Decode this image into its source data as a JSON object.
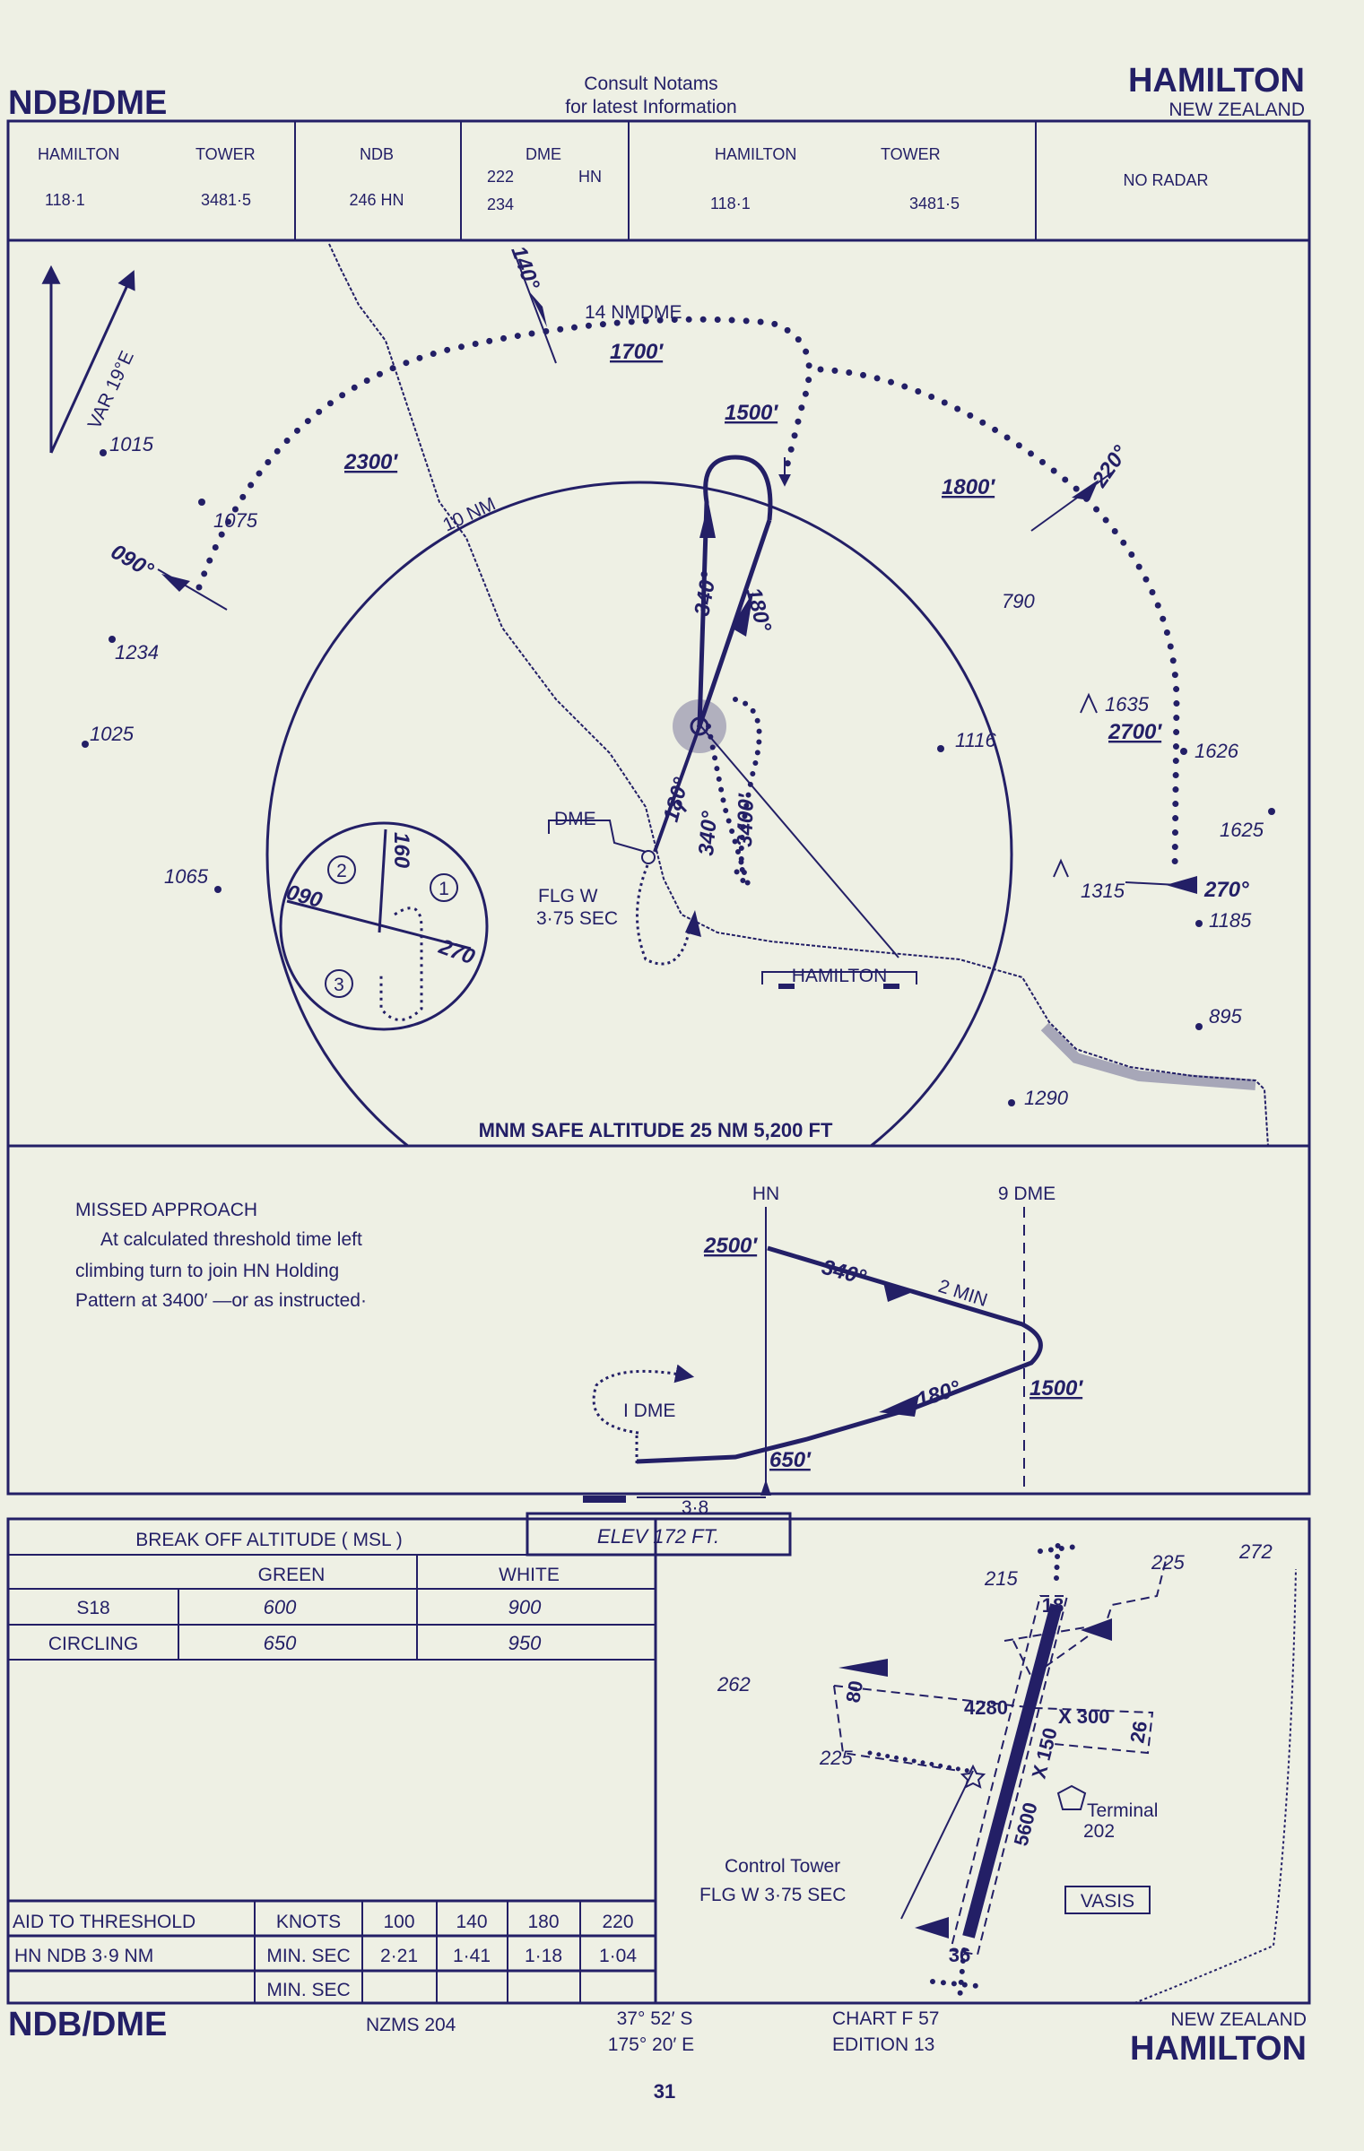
{
  "header": {
    "procedure": "NDB/DME",
    "notice_line1": "Consult  Notams",
    "notice_line2": "for latest Information",
    "airport": "HAMILTON",
    "country": "NEW ZEALAND"
  },
  "comms": [
    {
      "label1": "HAMILTON",
      "label2": "TOWER",
      "value1": "118·1",
      "value2": "3481·5"
    },
    {
      "label1": "NDB",
      "value1": "246   HN"
    },
    {
      "label1": "DME",
      "value1": "222",
      "value2": "HN",
      "value3": "234"
    },
    {
      "label1": "HAMILTON",
      "label2": "TOWER",
      "value1": "118·1",
      "value2": "3481·5"
    },
    {
      "label1": "NO  RADAR"
    }
  ],
  "plan": {
    "variation": "VAR 19°E",
    "spot_heights": [
      "1015",
      "1075",
      "1234",
      "1025",
      "1065",
      "790",
      "1116",
      "1635",
      "1626",
      "1625",
      "1315",
      "1185",
      "895",
      "1290"
    ],
    "radials": {
      "r140": "140°",
      "r090": "090°",
      "r220": "220°",
      "r270": "270°"
    },
    "dme_arc": "14 NMDME",
    "altitudes": {
      "a1700": "1700′",
      "a1500": "1500′",
      "a2300": "2300′",
      "a1800": "1800′",
      "a2700": "2700′",
      "a3400": "3400′"
    },
    "ring": "10 NM",
    "tracks": {
      "in340": "340°",
      "out180": "180°",
      "t180b": "180°",
      "t340b": "340°"
    },
    "dme_label": "DME",
    "flg1": "FLG   W",
    "flg2": "3·75  SEC",
    "airport_label": "HAMILTON",
    "inset": {
      "n1": "1",
      "n2": "2",
      "n3": "3",
      "h160": "160",
      "h090": "090",
      "h270": "270"
    },
    "msa": "MNM SAFE ALTITUDE 25 NM  5,200 FT"
  },
  "profile": {
    "missed_title": "MISSED APPROACH",
    "missed_lines": [
      "At calculated threshold time left",
      "climbing turn to join HN  Holding",
      "Pattern at 3400′ —or as instructed·"
    ],
    "fix_hn": "HN",
    "fix_9dme": "9  DME",
    "alt2500": "2500′",
    "hdg340": "340°",
    "time": "2 MIN",
    "hdg180": "180°",
    "alt1500": "1500′",
    "alt650": "650′",
    "dme1": "I DME",
    "dist": "3·8",
    "elev": "ELEV   172     FT."
  },
  "break_off": {
    "title": "BREAK  OFF  ALTITUDE  ( MSL )",
    "headers": [
      "",
      "GREEN",
      "WHITE"
    ],
    "rows": [
      [
        "S18",
        "600",
        "900"
      ],
      [
        "CIRCLING",
        "650",
        "950"
      ]
    ]
  },
  "aid_table": {
    "headers": [
      "AID TO THRESHOLD",
      "KNOTS",
      "100",
      "140",
      "180",
      "220"
    ],
    "rows": [
      [
        "HN   NDB   3·9   NM",
        "MIN. SEC",
        "2·21",
        "1·41",
        "1·18",
        "1·04"
      ],
      [
        "",
        "MIN. SEC",
        "",
        "",
        "",
        ""
      ]
    ]
  },
  "aerodrome": {
    "rwy18": "18",
    "rwy36": "36",
    "length": "5600",
    "cross": "4280",
    "x300": "X 300",
    "x150": "X 150",
    "w80": "80",
    "w26": "26",
    "terminal": "Terminal",
    "terminal_elev": "202",
    "tower": "Control  Tower",
    "tower_light": "FLG  W  3·75  SEC",
    "vasis": "VASIS",
    "heights": [
      "262",
      "225",
      "215",
      "225",
      "272"
    ]
  },
  "footer": {
    "procedure": "NDB/DME",
    "map_ref": "NZMS 204",
    "lat": "37°  52′ S",
    "lon": "175°  20′ E",
    "chart": "CHART   F 57",
    "edition": "EDITION 13",
    "country": "NEW  ZEALAND",
    "airport": "HAMILTON",
    "page": "31"
  },
  "colors": {
    "ink": "#231f66",
    "paper": "#eef0e4"
  }
}
